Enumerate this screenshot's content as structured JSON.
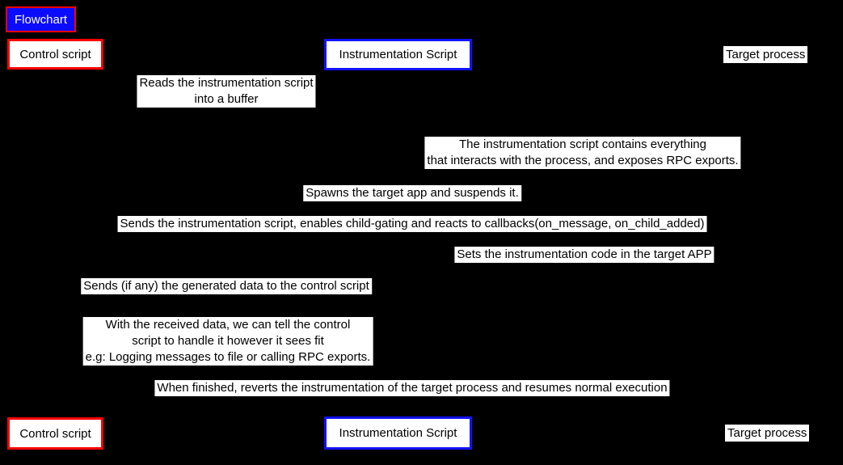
{
  "title": {
    "label": "Flowchart"
  },
  "actors": {
    "control_script": {
      "label": "Control script",
      "border_color": "#ff0000"
    },
    "instrumentation_script": {
      "label": "Instrumentation Script",
      "border_color": "#1212ff"
    },
    "target_process": {
      "label": "Target process"
    }
  },
  "messages": [
    {
      "id": "read-script",
      "lines": [
        "Reads the instrumentation script",
        "into a buffer"
      ]
    },
    {
      "id": "note-script",
      "lines": [
        "The instrumentation script contains everything",
        "that interacts with the process, and exposes RPC exports."
      ]
    },
    {
      "id": "spawn",
      "lines": [
        "Spawns the target app and suspends it."
      ]
    },
    {
      "id": "send-script",
      "lines": [
        "Sends the instrumentation script, enables child-gating and reacts to callbacks(on_message, on_child_added)"
      ]
    },
    {
      "id": "set-code",
      "lines": [
        "Sets the instrumentation code in the target APP"
      ]
    },
    {
      "id": "send-data",
      "lines": [
        "Sends (if any) the generated data to the control script"
      ]
    },
    {
      "id": "note-handle",
      "lines": [
        "With the received data, we can tell the control",
        "script to handle it however it sees fit",
        "e.g: Logging messages to file or calling RPC exports."
      ]
    },
    {
      "id": "revert",
      "lines": [
        "When finished, reverts the instrumentation of the target process and resumes normal execution"
      ]
    }
  ],
  "colors": {
    "background": "#000000",
    "red_accent": "#ff0000",
    "blue_accent": "#0b0bff",
    "label_background": "#ffffff",
    "label_text": "#000000",
    "title_text": "#ffffff"
  }
}
